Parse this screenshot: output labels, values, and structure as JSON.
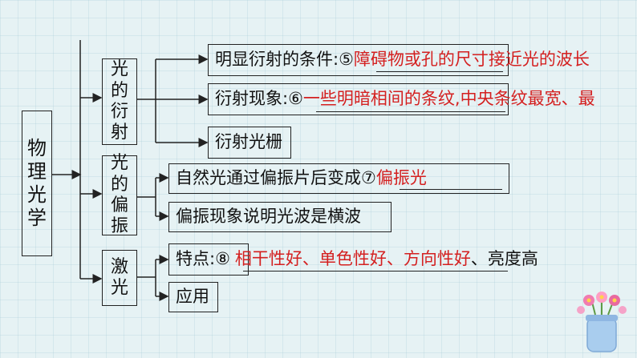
{
  "root": {
    "label": "物理光学"
  },
  "branches": [
    {
      "label": "光的衍射",
      "items": [
        {
          "label": "明显衍射的条件:⑤",
          "answer": "障碍物或孔的尺寸接近光的波长"
        },
        {
          "label": "衍射现象:⑥",
          "answer": "一些明暗相间的条纹,中央条纹最宽、最"
        },
        {
          "label": "衍射光栅",
          "answer": ""
        }
      ]
    },
    {
      "label": "光的偏振",
      "items": [
        {
          "label": "自然光通过偏振片后变成⑦",
          "answer": "偏振光"
        },
        {
          "label": "偏振现象说明光波是横波",
          "answer": ""
        }
      ]
    },
    {
      "label": "激光",
      "items": [
        {
          "label": "特点:⑧",
          "answer": "相干性好、单色性好、方向性好",
          "tail": "、亮度高"
        },
        {
          "label": "应用",
          "answer": ""
        }
      ]
    }
  ],
  "colors": {
    "answer": "#d42020",
    "line": "#222222",
    "background": "#e6f2f4"
  }
}
